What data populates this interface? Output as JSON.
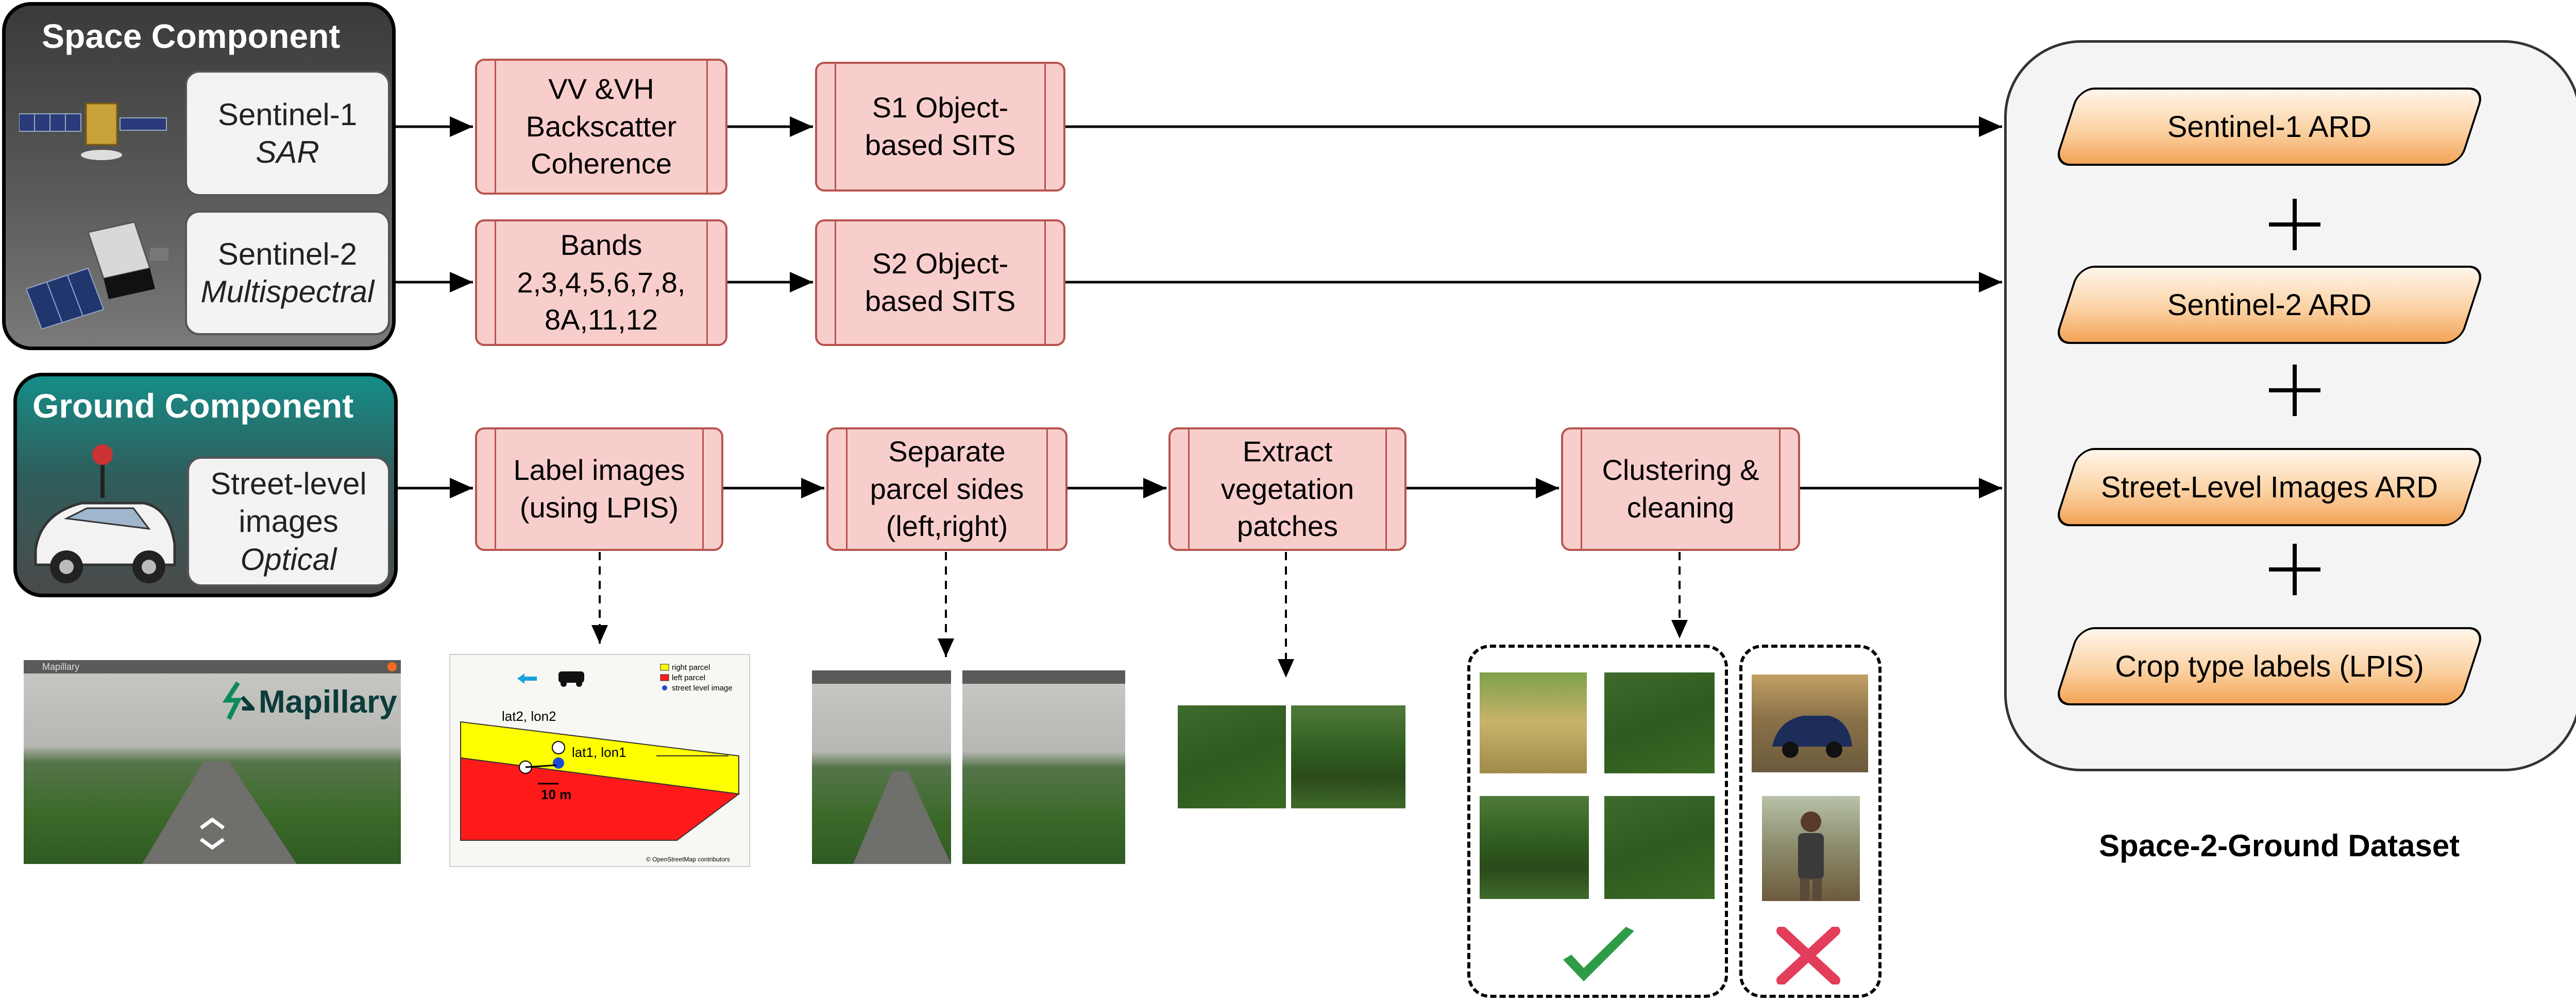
{
  "space_component": {
    "title": "Space Component",
    "sources": [
      {
        "name": "Sentinel-1",
        "type": "SAR"
      },
      {
        "name": "Sentinel-2",
        "type": "Multispectral"
      }
    ]
  },
  "ground_component": {
    "title": "Ground Component",
    "source": {
      "line1": "Street-level",
      "line2": "images",
      "type": "Optical"
    }
  },
  "processes": {
    "s1_features": [
      "VV &VH",
      "Backscatter",
      "Coherence"
    ],
    "s2_bands": [
      "Bands",
      "2,3,4,5,6,7,8,",
      "8A,11,12"
    ],
    "s1_sits": [
      "S1 Object-",
      "based SITS"
    ],
    "s2_sits": [
      "S2 Object-",
      "based SITS"
    ],
    "label_images": [
      "Label images",
      "(using LPIS)"
    ],
    "separate_sides": [
      "Separate",
      "parcel sides",
      "(left,right)"
    ],
    "extract_patches": [
      "Extract",
      "vegetation",
      "patches"
    ],
    "clustering": [
      "Clustering &",
      "cleaning"
    ]
  },
  "ard": {
    "items": [
      "Sentinel-1 ARD",
      "Sentinel-2 ARD",
      "Street-Level Images ARD",
      "Crop type labels (LPIS)"
    ],
    "dataset_title": "Space-2-Ground Dataset"
  },
  "illustrations": {
    "mapillary_logo": "Mapillary",
    "mapillary_bar": "Mapillary",
    "lpis_diagram": {
      "label_top": "lat2, lon2",
      "label_point": "lat1, lon1",
      "distance": "10 m",
      "legend": [
        "right parcel",
        "left parcel",
        "street level image"
      ],
      "footer": "© OpenStreetMap contributors"
    }
  },
  "colors": {
    "process_fill": "#f8cecc",
    "process_stroke": "#b85450",
    "ard_fill": "#fbd2a4",
    "ground_teal": "#168d88",
    "accept": "#2e9b47",
    "reject": "#e23d5a"
  },
  "icons": {
    "accept": "check-icon",
    "reject": "cross-icon"
  }
}
